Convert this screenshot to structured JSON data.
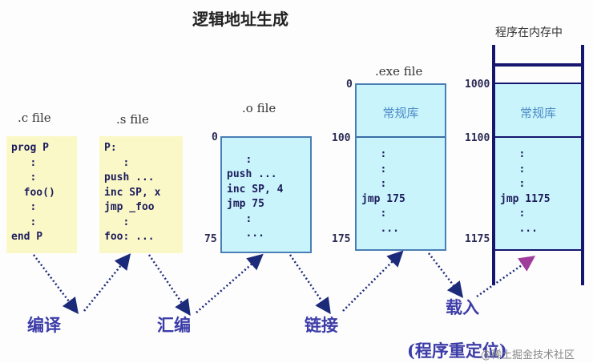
{
  "title": "逻辑地址生成",
  "c_file": {
    "label": ".c file",
    "code": [
      "prog P",
      "   :",
      "   :",
      "  foo()",
      "   :",
      "   :",
      "end P"
    ]
  },
  "s_file": {
    "label": ".s file",
    "code": [
      "P:",
      "   :",
      "push ...",
      "inc SP, x",
      "jmp _foo",
      "   :",
      "foo: ..."
    ]
  },
  "o_file": {
    "label": ".o file",
    "addr_top": "0",
    "addr_bottom": "75",
    "code": [
      "",
      "   :",
      "push ...",
      "inc SP, 4",
      "jmp 75",
      "   :",
      "   ..."
    ]
  },
  "exe_file": {
    "label": ".exe file",
    "addr_top": "0",
    "addr_mid": "100",
    "addr_bottom": "175",
    "library": "常规库",
    "code": [
      "   :",
      "   :",
      "   :",
      "jmp 175",
      "   :",
      "   ..."
    ]
  },
  "memory": {
    "label": "程序在内存中",
    "addr_top": "1000",
    "addr_mid": "1100",
    "addr_bottom": "1175",
    "library": "常规库",
    "code": [
      "   :",
      "   :",
      "   :",
      "jmp 1175",
      "   :",
      "   ..."
    ]
  },
  "steps": {
    "compile": "编译",
    "assemble": "汇编",
    "link": "链接",
    "load": "载入",
    "relocate": "(程序重定位)"
  },
  "watermark": "@稀土掘金技术社区",
  "colors": {
    "source_box": "#fbf8c8",
    "object_box": "#c9f4fb",
    "arrow": "#1c2a7a",
    "step_text": "#3c3ca8"
  }
}
